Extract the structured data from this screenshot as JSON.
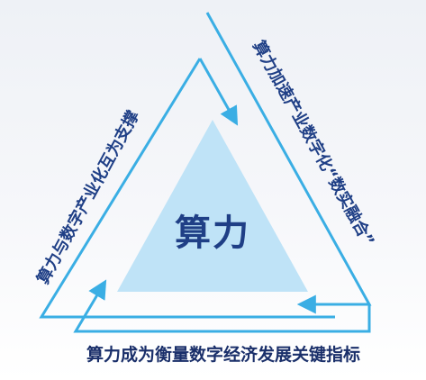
{
  "center": {
    "label": "算力"
  },
  "left_side": {
    "label": "算力与数字产业化互为支撑"
  },
  "right_side": {
    "label": "算力加速产业数字化“数实融合”"
  },
  "bottom": {
    "label": "算力成为衡量数字经济发展关键指标"
  },
  "colors": {
    "line": "#3aaee4",
    "inner_triangle": "#bfe3f7",
    "text": "#1f3f86"
  }
}
